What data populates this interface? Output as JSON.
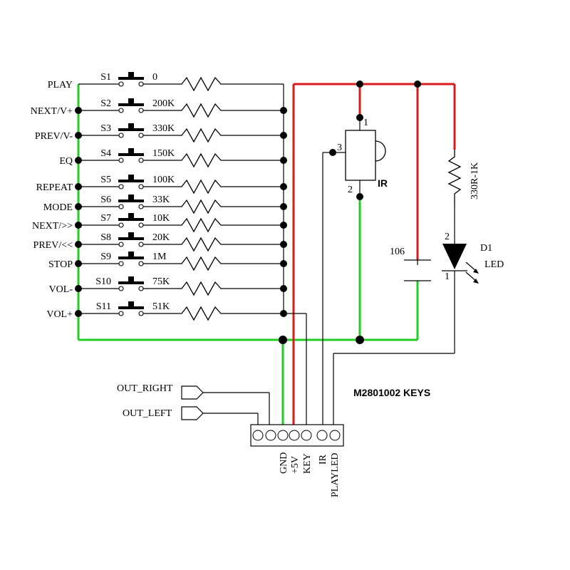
{
  "keys": [
    {
      "label": "PLAY",
      "switch": "S1",
      "value": "0"
    },
    {
      "label": "NEXT/V+",
      "switch": "S2",
      "value": "200K"
    },
    {
      "label": "PREV/V-",
      "switch": "S3",
      "value": "330K"
    },
    {
      "label": "EQ",
      "switch": "S4",
      "value": "150K"
    },
    {
      "label": "REPEAT",
      "switch": "S5",
      "value": "100K"
    },
    {
      "label": "MODE",
      "switch": "S6",
      "value": "33K"
    },
    {
      "label": "NEXT/>>",
      "switch": "S7",
      "value": "10K"
    },
    {
      "label": "PREV/<<",
      "switch": "S8",
      "value": "20K"
    },
    {
      "label": "STOP",
      "switch": "S9",
      "value": "1M"
    },
    {
      "label": "VOL-",
      "switch": "S10",
      "value": "75K"
    },
    {
      "label": "VOL+",
      "switch": "S11",
      "value": "51K"
    }
  ],
  "ir": {
    "label": "IR",
    "pins": [
      "1",
      "2",
      "3"
    ]
  },
  "capacitor": {
    "label": "106"
  },
  "resistor_led": {
    "label": "330R-1K"
  },
  "led": {
    "ref": "D1",
    "label": "LED",
    "pins": [
      "2",
      "1"
    ]
  },
  "title": "M2801002 KEYS",
  "outputs": [
    "OUT_RIGHT",
    "OUT_LEFT"
  ],
  "connector_pins": [
    "GND",
    "+5V",
    "KEY",
    "IR",
    "PLAYLED"
  ],
  "colors": {
    "vcc": "#d81b1b",
    "gnd": "#22cc22",
    "wire": "#000000"
  }
}
